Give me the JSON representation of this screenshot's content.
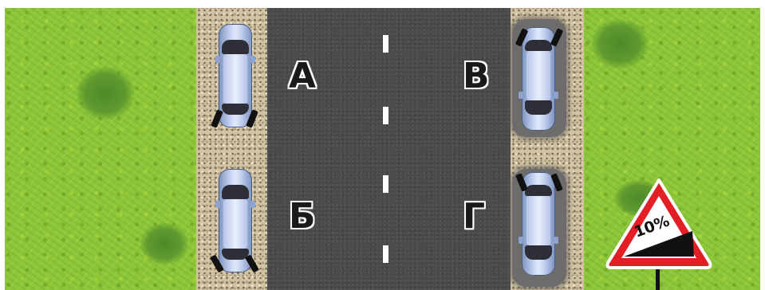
{
  "scene": {
    "colors": {
      "grass": "#8cc63a",
      "gravel": "#d2c4a3",
      "asphalt": "#4a4a4a",
      "lane_marking": "#ffffff",
      "car_body": "#c6d4f2",
      "sign_border": "#e31e24"
    },
    "positions": {
      "a": {
        "label": "А"
      },
      "b": {
        "label": "Б"
      },
      "v": {
        "label": "В"
      },
      "g": {
        "label": "Г"
      }
    },
    "sign": {
      "type": "steep-descent-warning",
      "grade": "10%"
    }
  }
}
